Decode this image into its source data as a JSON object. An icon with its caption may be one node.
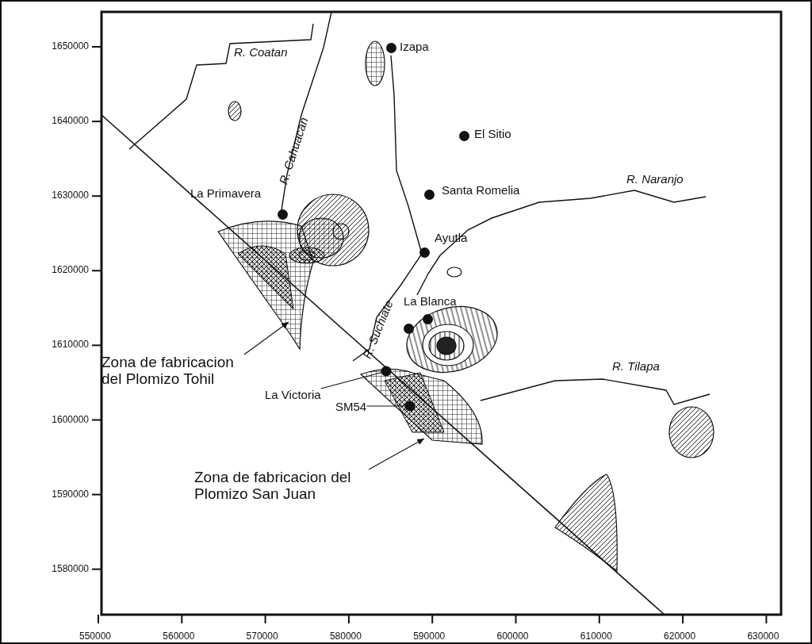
{
  "diagram": {
    "nodes": [
      {
        "text": [
          "Izapa"
        ]
      },
      {
        "text": [
          "El Sitio"
        ]
      },
      {
        "text": [
          "Santa Romelia"
        ]
      },
      {
        "text": [
          "La Primavera"
        ]
      },
      {
        "text": [
          "Ayutla"
        ]
      },
      {
        "text": [
          "La Blanca"
        ]
      },
      {
        "text": [
          "La Victoria"
        ]
      },
      {
        "text": [],
        "shape": "circle"
      },
      {
        "text": [
          "SM54"
        ]
      },
      {
        "text": [],
        "shape": "circle"
      },
      {
        "text": [
          "Zona de fabricacion del Plomizo Tohil"
        ]
      },
      {
        "text": [
          "Zona de fabricacion del Plomizo San Juan"
        ]
      }
    ],
    "edges": [
      {
        "from": 6,
        "to": 7,
        "arrow": "none"
      },
      {
        "from": 8,
        "to": 9,
        "arrow": "none"
      },
      {
        "from": 10,
        "to": null,
        "arrow": "to"
      },
      {
        "from": 11,
        "to": null,
        "arrow": "to"
      }
    ],
    "labels": [
      "R. Coatan",
      "R. Cahuacan",
      "R. Naranjo",
      "R. Suchiate",
      "R. Tilapa",
      "1650000",
      "1640000",
      "1630000",
      "1620000",
      "1610000",
      "1600000",
      "1590000",
      "1580000",
      "550000",
      "560000",
      "570000",
      "580000",
      "590000",
      "600000",
      "610000",
      "620000",
      "630000"
    ]
  }
}
